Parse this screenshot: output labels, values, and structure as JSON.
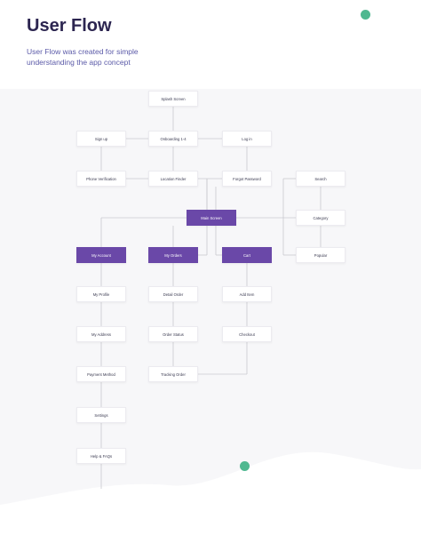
{
  "header": {
    "title": "User Flow",
    "subtitle": "User Flow was created for simple understanding the app concept"
  },
  "colors": {
    "primary": "#6a48a8",
    "accent_dot": "#4fb890",
    "purple_dot": "#6a48a8",
    "connector": "#c9c9cf",
    "canvas_background": "#f7f7f9"
  },
  "nodes": {
    "splash_screen": "Splash Screen",
    "sign_up": "Sign up",
    "onboarding": "Onboarding 1-4",
    "log_in": "Log in",
    "phone_verification": "Phone Verification",
    "location_finder": "Location Finder",
    "forgot_password": "Forgot Password",
    "search": "Search",
    "main_screen": "Main Screen",
    "category": "Category",
    "my_account": "My Account",
    "my_orders": "My Orders",
    "cart": "Cart",
    "popular": "Popular",
    "my_profile": "My Profile",
    "detail_order": "Detail Order",
    "add_item": "Add Item",
    "my_address": "My Address",
    "order_status": "Order Status",
    "checkout": "Checkout",
    "payment_method": "Payment Method",
    "tracking_order": "Tracking Order",
    "settings": "Settings",
    "help_faqs": "Help & FAQs"
  }
}
